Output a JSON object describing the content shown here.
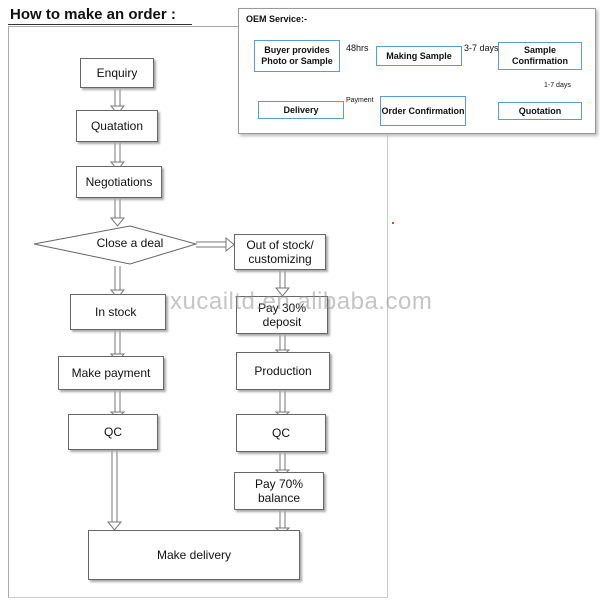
{
  "title": "How to make an order :",
  "watermark": "xucailtd.en.alibaba.com",
  "main_flow": {
    "enquiry": "Enquiry",
    "quatation": "Quatation",
    "negotiations": "Negotiations",
    "close_deal": "Close a deal",
    "out_of_stock": "Out of stock/ customizing",
    "in_stock": "In stock",
    "pay_deposit": "Pay 30% deposit",
    "make_payment": "Make payment",
    "production": "Production",
    "qc_left": "QC",
    "qc_right": "QC",
    "pay_balance": "Pay 70% balance",
    "make_delivery": "Make delivery"
  },
  "oem": {
    "title": "OEM Service:-",
    "buyer": "Buyer provides Photo or Sample",
    "making_sample": "Making Sample",
    "sample_confirmation": "Sample Confirmation",
    "quotation": "Quotation",
    "order_confirmation": "Order Confirmation",
    "delivery": "Delivery",
    "edge_48hrs": "48hrs",
    "edge_3_7": "3-7 days",
    "edge_1_7": "1-7 days",
    "edge_payment": "Payment"
  },
  "colors": {
    "oem_box_border": "#5b9bd5",
    "arrow": "#777777",
    "box_border": "#666666"
  }
}
